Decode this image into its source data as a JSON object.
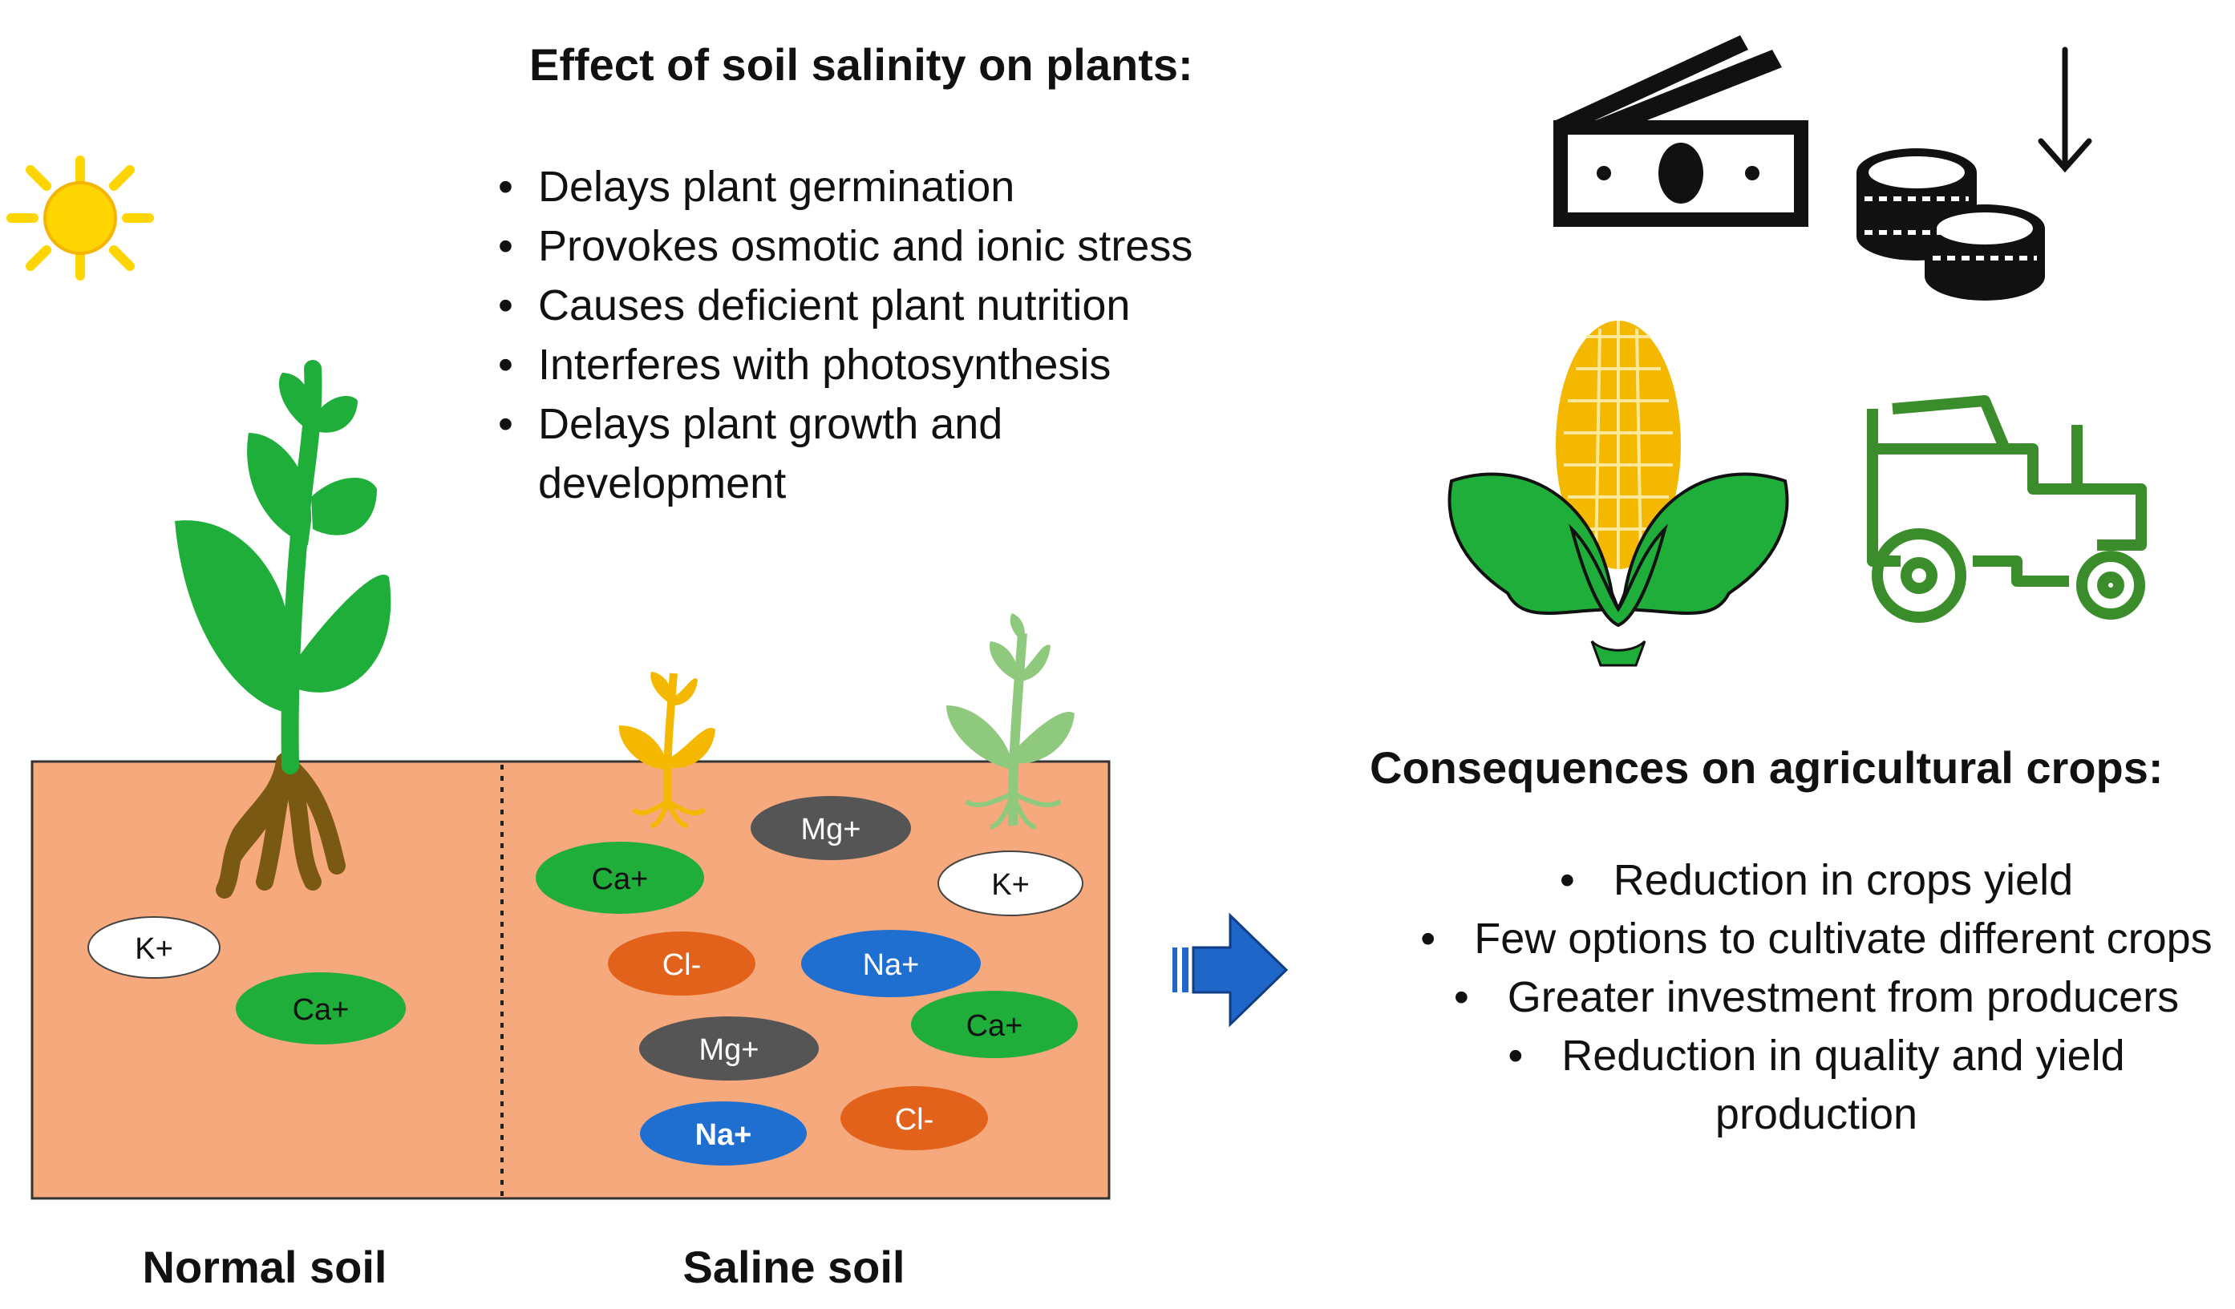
{
  "effects": {
    "title": "Effect of soil salinity on plants:",
    "items": [
      "Delays plant germination",
      "Provokes osmotic and ionic stress",
      "Causes deficient plant nutrition",
      "Interferes with photosynthesis",
      "Delays plant growth and development"
    ]
  },
  "consequences": {
    "title": "Consequences on agricultural crops:",
    "items": [
      "Reduction in crops yield",
      "Few options to cultivate different crops",
      "Greater investment from producers",
      "Reduction in quality and yield production"
    ]
  },
  "soil": {
    "normal_label": "Normal soil",
    "saline_label": "Saline soil",
    "normal_ions": [
      "K+",
      "Ca+"
    ],
    "saline_ions": [
      "Mg+",
      "Ca+",
      "K+",
      "Cl-",
      "Na+",
      "Mg+",
      "Ca+",
      "Na+",
      "Cl-"
    ]
  },
  "icons": [
    "sun-icon",
    "money-bill-icon",
    "coins-icon",
    "down-arrow-icon",
    "corn-icon",
    "tractor-icon",
    "right-arrow-icon",
    "plant-icon"
  ],
  "colors": {
    "soil": "#f6a97c",
    "plant_green": "#1fae3a",
    "light_green": "#8fc97e",
    "yellow_plant": "#f5b800",
    "root_brown": "#7a5a13",
    "ion_green": "#1fae3a",
    "ion_gray": "#555555",
    "ion_orange": "#e2621b",
    "ion_blue": "#1f6fd0",
    "arrow_blue": "#1f66c9",
    "tractor_green": "#3a8d2a",
    "sun": "#ffd500"
  }
}
